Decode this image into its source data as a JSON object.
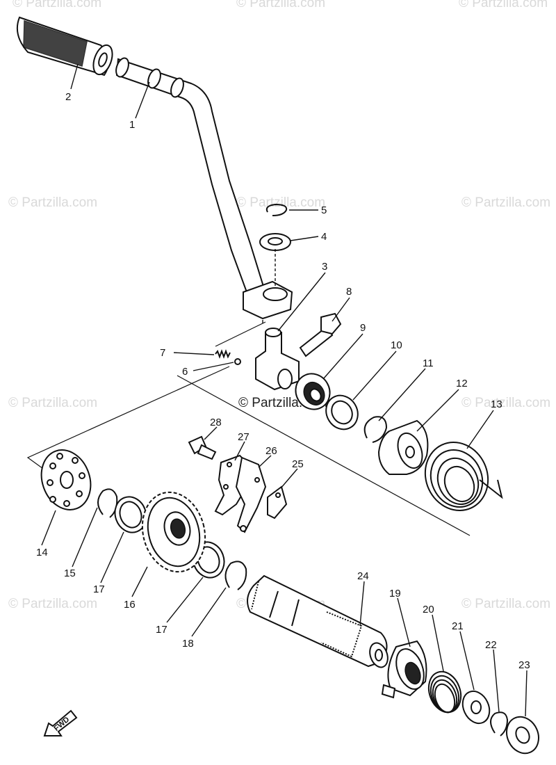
{
  "watermark": "© Partzilla.com",
  "fwd_label": "FWD",
  "callouts": {
    "c1": "1",
    "c2": "2",
    "c3": "3",
    "c4": "4",
    "c5": "5",
    "c6": "6",
    "c7": "7",
    "c8": "8",
    "c9": "9",
    "c10": "10",
    "c11": "11",
    "c12": "12",
    "c13": "13",
    "c14": "14",
    "c15": "15",
    "c16": "16",
    "c17a": "17",
    "c17b": "17",
    "c18": "18",
    "c19": "19",
    "c20": "20",
    "c21": "21",
    "c22": "22",
    "c23": "23",
    "c24": "24",
    "c25": "25",
    "c26": "26",
    "c27": "27",
    "c28": "28"
  }
}
